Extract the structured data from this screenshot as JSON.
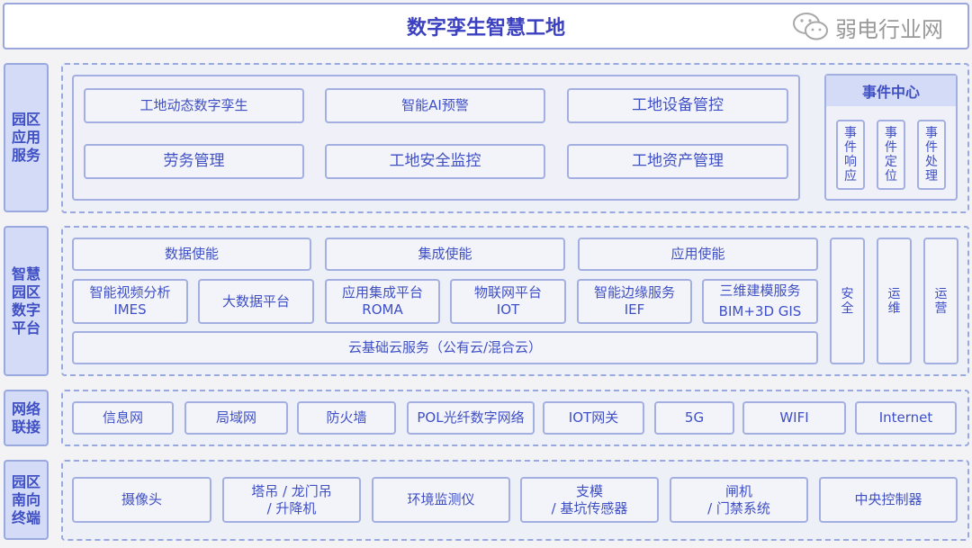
{
  "title": "数字孪生智慧工地",
  "layers": {
    "app": {
      "label": "园区应用服务",
      "items": [
        "工地动态数字孪生",
        "智能AI预警",
        "工地设备管控",
        "劳务管理",
        "工地安全监控",
        "工地资产管理"
      ],
      "event_center": {
        "title": "事件中心",
        "items": [
          "事件响应",
          "事件定位",
          "事件处理"
        ]
      }
    },
    "platform": {
      "label": "智慧园区数字平台",
      "enablers": [
        "数据使能",
        "集成使能",
        "应用使能"
      ],
      "services": [
        [
          "智能视频分析",
          "IMES"
        ],
        [
          "大数据平台",
          ""
        ],
        [
          "应用集成平台",
          "ROMA"
        ],
        [
          "物联网平台",
          "IOT"
        ],
        [
          "智能边缘服务",
          "IEF"
        ],
        [
          "三维建模服务",
          "BIM+3D GIS"
        ]
      ],
      "cloud": "云基础云服务（公有云/混合云）",
      "side": [
        "安全",
        "运维",
        "运营"
      ]
    },
    "network": {
      "label": "网络联接",
      "items": [
        "信息网",
        "局域网",
        "防火墙",
        "POL光纤数字网络",
        "IOT网关",
        "5G",
        "WIFI",
        "Internet"
      ]
    },
    "terminal": {
      "label": "园区南向终端",
      "items": [
        [
          "摄像头",
          ""
        ],
        [
          "塔吊 / 龙门吊",
          "/ 升降机"
        ],
        [
          "环境监测仪",
          ""
        ],
        [
          "支模",
          "/ 基坑传感器"
        ],
        [
          "闸机",
          "/ 门禁系统"
        ],
        [
          "中央控制器",
          ""
        ]
      ]
    }
  },
  "watermark": "弱电行业网"
}
